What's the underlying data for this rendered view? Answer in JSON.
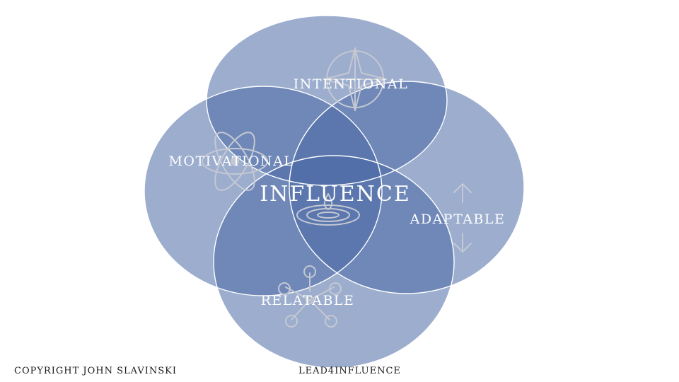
{
  "colors": {
    "circle_fill": "#4a6aa6",
    "circle_outline": "#ffffff",
    "icon_stroke": "#c4c8d2",
    "label_color": "#ffffff",
    "footer_color": "#1a1a1a"
  },
  "diagram": {
    "center_label": "INFLUENCE",
    "circles": [
      {
        "id": "intentional",
        "label": "INTENTIONAL",
        "icon": "compass-star-icon"
      },
      {
        "id": "motivational",
        "label": "MOTIVATIONAL",
        "icon": "atom-icon"
      },
      {
        "id": "adaptable",
        "label": "ADAPTABLE",
        "icon": "up-down-arrows-icon"
      },
      {
        "id": "relatable",
        "label": "RELATABLE",
        "icon": "people-network-icon"
      }
    ],
    "center_icon": "water-ripple-icon"
  },
  "footer": {
    "copyright": "COPYRIGHT JOHN SLAVINSKI",
    "brand": "LEAD4INFLUENCE"
  }
}
